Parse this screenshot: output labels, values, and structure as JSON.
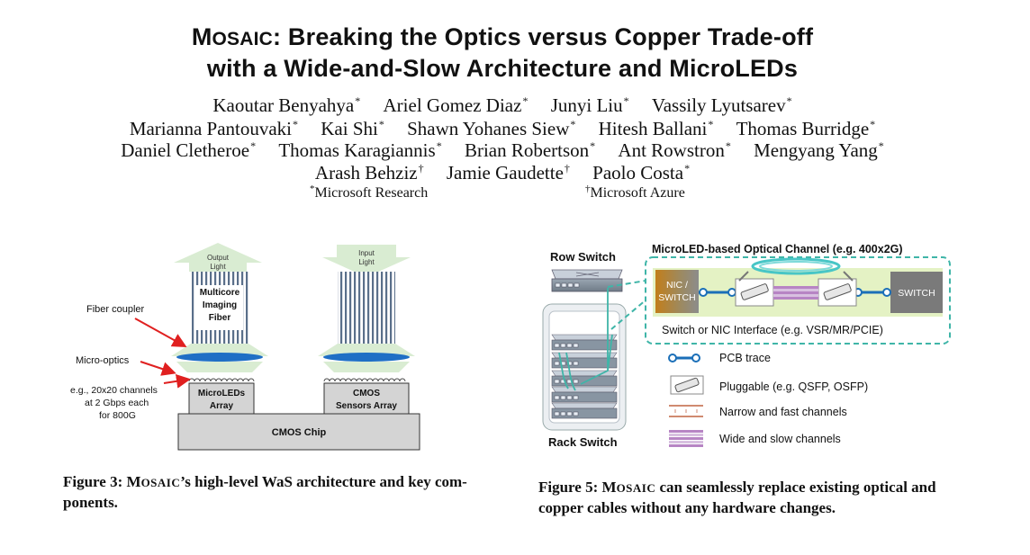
{
  "paper": {
    "title_line1": {
      "sc_initial": "M",
      "sc_rest": "OSAIC",
      "rest": ": Breaking the Optics versus Copper Trade-off"
    },
    "title_line2": "with a Wide-and-Slow Architecture and MicroLEDs",
    "author_rows": [
      [
        {
          "name": "Kaoutar Benyahya",
          "mark": "*"
        },
        {
          "name": "Ariel Gomez Diaz",
          "mark": "*"
        },
        {
          "name": "Junyi Liu",
          "mark": "*"
        },
        {
          "name": "Vassily Lyutsarev",
          "mark": "*"
        }
      ],
      [
        {
          "name": "Marianna Pantouvaki",
          "mark": "*"
        },
        {
          "name": "Kai Shi",
          "mark": "*"
        },
        {
          "name": "Shawn Yohanes Siew",
          "mark": "*"
        },
        {
          "name": "Hitesh Ballani",
          "mark": "*"
        },
        {
          "name": "Thomas Burridge",
          "mark": "*"
        }
      ],
      [
        {
          "name": "Daniel Cletheroe",
          "mark": "*"
        },
        {
          "name": "Thomas Karagiannis",
          "mark": "*"
        },
        {
          "name": "Brian Robertson",
          "mark": "*"
        },
        {
          "name": "Ant Rowstron",
          "mark": "*"
        },
        {
          "name": "Mengyang Yang",
          "mark": "*"
        }
      ],
      [
        {
          "name": "Arash Behziz",
          "mark": "†"
        },
        {
          "name": "Jamie Gaudette",
          "mark": "†"
        },
        {
          "name": "Paolo Costa",
          "mark": "*"
        }
      ]
    ],
    "affiliations": [
      {
        "mark": "*",
        "name": "Microsoft Research"
      },
      {
        "mark": "†",
        "name": "Microsoft Azure"
      }
    ]
  },
  "figure3": {
    "output_light": [
      "Output",
      "Light"
    ],
    "input_light": [
      "Input",
      "Light"
    ],
    "fiber_label": [
      "Multicore",
      "Imaging",
      "Fiber"
    ],
    "fiber_coupler": "Fiber coupler",
    "micro_optics": "Micro-optics",
    "channels_note": [
      "e.g., 20x20 channels",
      "at 2 Gbps each",
      "for 800G"
    ],
    "microleds": [
      "MicroLEDs",
      "Array"
    ],
    "cmos_sensors": [
      "CMOS",
      "Sensors Array"
    ],
    "cmos_chip": "CMOS Chip",
    "caption": {
      "prefix": "Figure 3: ",
      "sc_initial": "M",
      "sc_rest": "OSAIC",
      "rest_line1": "’s high-level WaS architecture and key com-",
      "line2": "ponents."
    }
  },
  "figure5": {
    "row_switch": "Row Switch",
    "rack_switch": "Rack Switch",
    "channel_title": "MicroLED-based Optical Channel (e.g. 400x2G)",
    "nic_switch": [
      "NIC /",
      "SWITCH"
    ],
    "switch": "SWITCH",
    "interface_label": "Switch or NIC Interface (e.g. VSR/MR/PCIE)",
    "legend": [
      {
        "icon": "pcb-trace-icon",
        "label": "PCB trace"
      },
      {
        "icon": "pluggable-icon",
        "label": "Pluggable (e.g. QSFP, OSFP)"
      },
      {
        "icon": "narrow-fast-channels-icon",
        "label": "Narrow and fast channels"
      },
      {
        "icon": "wide-slow-channels-icon",
        "label": "Wide and slow channels"
      }
    ],
    "caption": {
      "prefix": "Figure 5: ",
      "sc_initial": "M",
      "sc_rest": "OSAIC",
      "rest_line1": " can seamlessly replace existing optical and",
      "line2": "copper cables without any hardware changes."
    }
  },
  "colors": {
    "arrow_red": "#e02020",
    "arrow_green": "#d9ecd2",
    "optics_blue": "#1f6fc5",
    "chip_gray": "#d4d4d4",
    "channel_green": "#e4f2c4",
    "teal": "#3fb5a8",
    "pcb_blue": "#1a6fb8"
  }
}
